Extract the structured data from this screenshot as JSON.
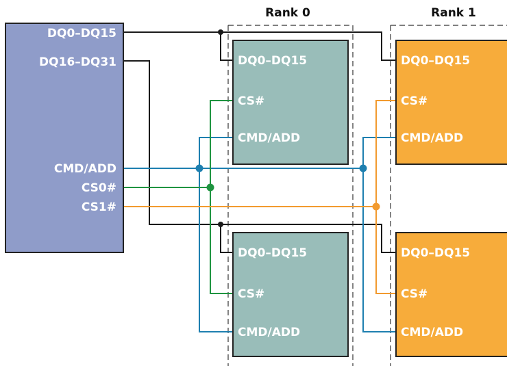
{
  "ranks": [
    "Rank 0",
    "Rank 1"
  ],
  "controller": {
    "ports": [
      "DQ0–DQ15",
      "DQ16–DQ31",
      "CMD/ADD",
      "CS0#",
      "CS1#"
    ],
    "color": "#8f9cc9"
  },
  "chips": {
    "rank0_color": "#99bdb9",
    "rank1_color": "#f7ac3b",
    "top_left": [
      "DQ0–DQ15",
      "CS#",
      "CMD/ADD"
    ],
    "bottom_left": [
      "DQ0–DQ15",
      "CS#",
      "CMD/ADD"
    ],
    "top_right": [
      "DQ0–DQ15",
      "CS#",
      "CMD/ADD"
    ],
    "bottom_right": [
      "DQ0–DQ15",
      "CS#",
      "CMD/ADD"
    ]
  },
  "signal_colors": {
    "data": "#1a1a1a",
    "cmd": "#1d7fb0",
    "cs0": "#1f9440",
    "cs1": "#f29a2e"
  }
}
